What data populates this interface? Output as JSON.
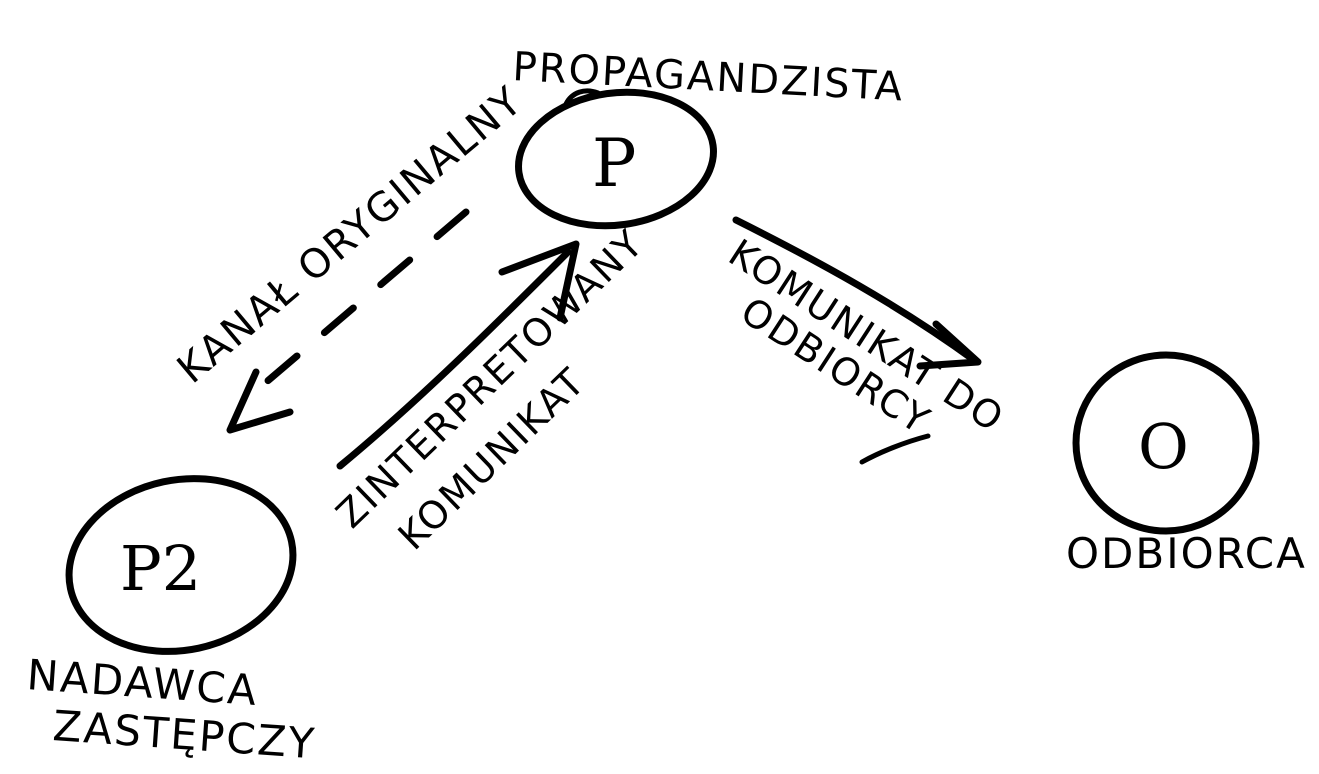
{
  "diagram": {
    "nodes": {
      "propagandist": {
        "symbol": "P",
        "caption": "PROPAGANDZISTA"
      },
      "surrogate": {
        "symbol": "P2",
        "caption_line1": "NADAWCA",
        "caption_line2": "ZASTĘPCZY"
      },
      "recipient": {
        "symbol": "O",
        "caption": "ODBIORCA"
      }
    },
    "edges": {
      "original_channel": {
        "label": "KANAŁ ORYGINALNY",
        "style": "dashed"
      },
      "interpreted_message": {
        "label_line1": "ZINTERPRETOWANY",
        "label_line2": "KOMUNIKAT",
        "style": "solid"
      },
      "message_to_recipient": {
        "label_line1": "KOMUNIKAT DO",
        "label_line2": "ODBIORCY",
        "style": "solid"
      }
    },
    "colors": {
      "ink": "#000000",
      "paper": "#ffffff"
    }
  }
}
